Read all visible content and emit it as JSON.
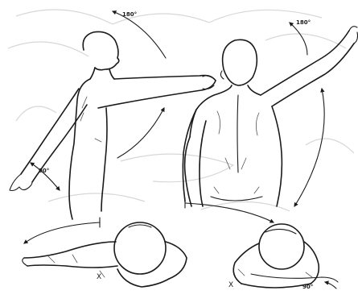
{
  "labels": {
    "flexion": "180°",
    "abduction": "180°",
    "extension": "90°",
    "horizontal": "90°"
  },
  "markers": {
    "left": "X",
    "right": "X"
  }
}
